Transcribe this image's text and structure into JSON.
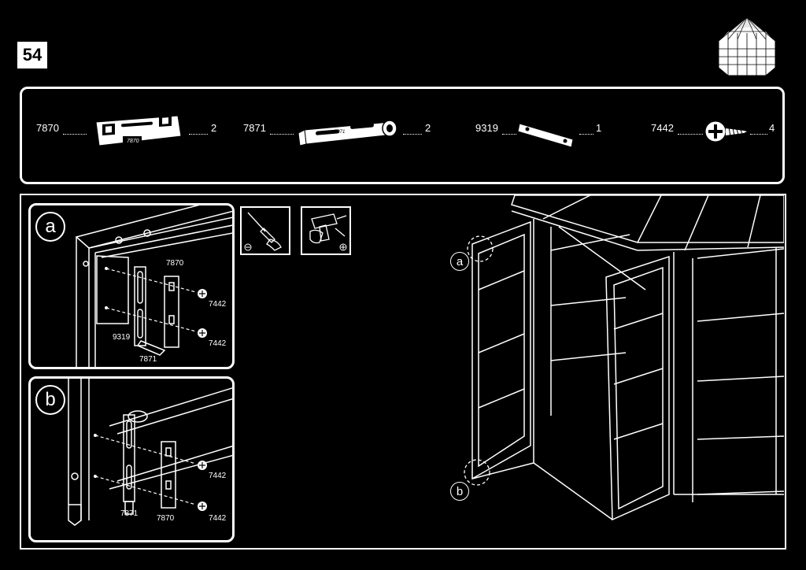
{
  "step": {
    "number": "54"
  },
  "header_icon": "octagonal-greenhouse-icon",
  "parts": [
    {
      "code": "7870",
      "qty": "2",
      "engraving": "7870",
      "icon": "door-hinge-bracket-icon"
    },
    {
      "code": "7871",
      "qty": "2",
      "engraving": "7871",
      "icon": "door-strap-bracket-icon"
    },
    {
      "code": "9319",
      "qty": "1",
      "icon": "flat-plate-icon"
    },
    {
      "code": "7442",
      "qty": "4",
      "icon": "phillips-screw-icon"
    }
  ],
  "detail_a": {
    "letter": "a",
    "labels": {
      "bracket_top": "7870",
      "screw_upper": "7442",
      "screw_lower": "7442",
      "plate": "9319",
      "strap": "7871"
    }
  },
  "detail_b": {
    "letter": "b",
    "labels": {
      "screw_upper": "7442",
      "screw_lower": "7442",
      "strap": "7871",
      "bracket": "7870"
    }
  },
  "tools": [
    {
      "icon": "screwdriver-icon"
    },
    {
      "icon": "drill-icon"
    }
  ],
  "callouts": {
    "a": "a",
    "b": "b"
  }
}
